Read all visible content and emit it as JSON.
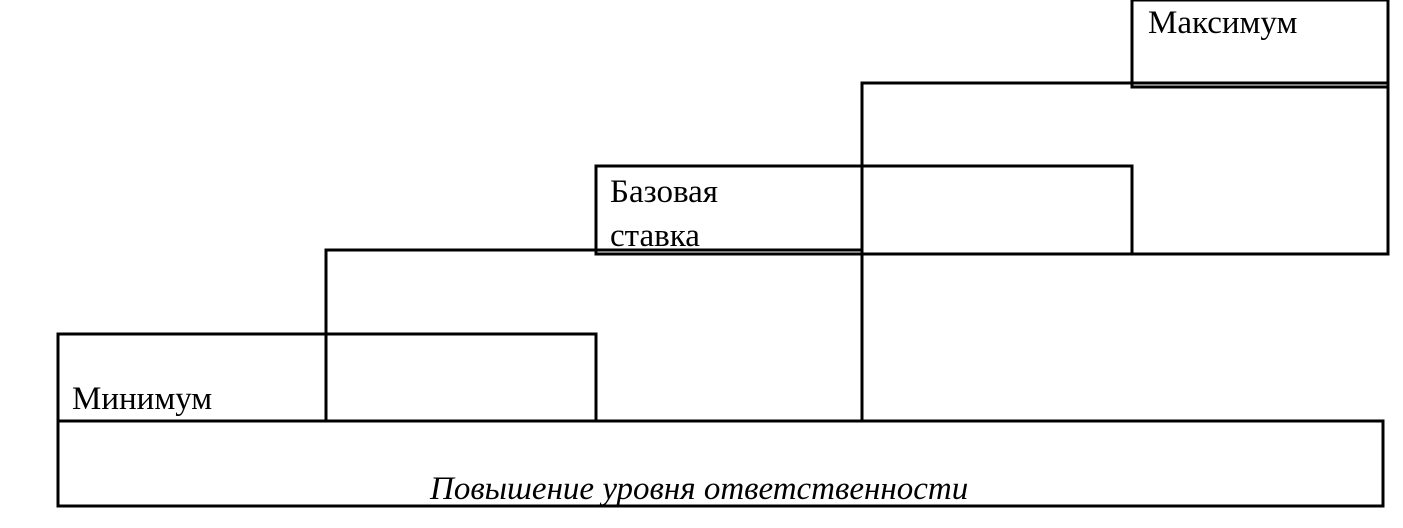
{
  "diagram": {
    "steps": [
      {
        "label": "Минимум"
      },
      {
        "label": ""
      },
      {
        "label": "Базовая ставка",
        "lines": [
          "Базовая",
          "ставка"
        ]
      },
      {
        "label": ""
      },
      {
        "label": "Максимум"
      }
    ],
    "axis_caption": "Повышение уровня ответственности",
    "colors": {
      "line": "#000000",
      "background": "#ffffff"
    }
  }
}
